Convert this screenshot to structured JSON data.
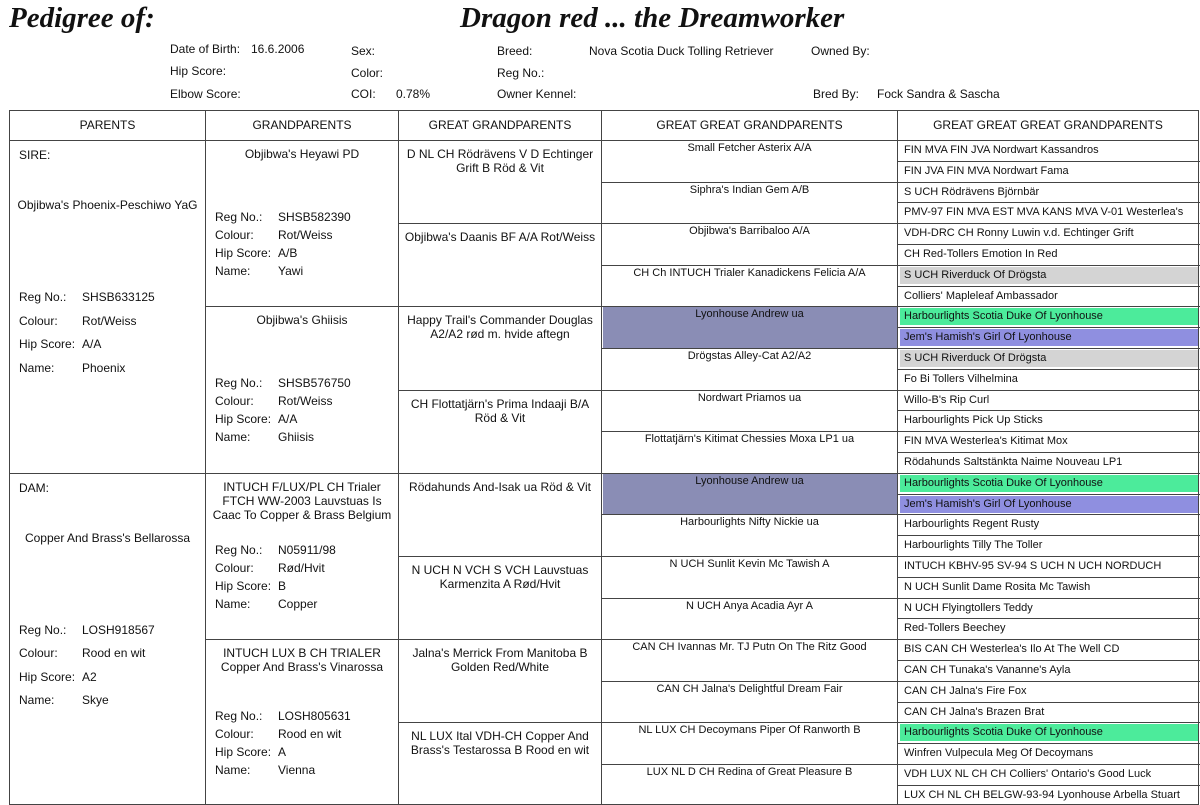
{
  "header": {
    "pedigree_label": "Pedigree of:",
    "dog_name": "Dragon red ... the Dreamworker",
    "date_of_birth_label": "Date of Birth:",
    "date_of_birth": "16.6.2006",
    "hip_score_label": "Hip Score:",
    "hip_score": "",
    "elbow_score_label": "Elbow Score:",
    "elbow_score": "",
    "sex_label": "Sex:",
    "sex": "",
    "color_label": "Color:",
    "color": "",
    "coi_label": "COI:",
    "coi": "0.78%",
    "breed_label": "Breed:",
    "breed": "Nova Scotia Duck Tolling Retriever",
    "reg_no_label": "Reg No.:",
    "reg_no": "",
    "owner_kennel_label": "Owner Kennel:",
    "owner_kennel": "",
    "owned_by_label": "Owned By:",
    "owned_by": "",
    "bred_by_label": "Bred By:",
    "bred_by": "Fock Sandra & Sascha"
  },
  "columns": [
    "PARENTS",
    "GRANDPARENTS",
    "GREAT GRANDPARENTS",
    "GREAT GREAT GRANDPARENTS",
    "GREAT GREAT GREAT GRANDPARENTS"
  ],
  "field_labels": {
    "reg": "Reg No.:",
    "colour": "Colour:",
    "hip": "Hip Score:",
    "name": "Name:"
  },
  "parents": [
    {
      "role": "SIRE:",
      "title": "Objibwa's Phoenix-Peschiwo YaG",
      "reg": "SHSB633125",
      "colour": "Rot/Weiss",
      "hip": "A/A",
      "name": "Phoenix"
    },
    {
      "role": "DAM:",
      "title": "Copper And Brass's Bellarossa",
      "reg": "LOSH918567",
      "colour": "Rood en wit",
      "hip": "A2",
      "name": "Skye"
    }
  ],
  "grandparents": [
    {
      "title": "Objibwa's Heyawi PD",
      "reg": "SHSB582390",
      "colour": "Rot/Weiss",
      "hip": "A/B",
      "name": "Yawi"
    },
    {
      "title": "Objibwa's Ghiisis",
      "reg": "SHSB576750",
      "colour": "Rot/Weiss",
      "hip": "A/A",
      "name": "Ghiisis"
    },
    {
      "title": "INTUCH F/LUX/PL CH Trialer FTCH WW-2003 Lauvstuas Is Caac To Copper & Brass Belgium",
      "reg": "N05911/98",
      "colour": "Rød/Hvit",
      "hip": "B",
      "name": "Copper"
    },
    {
      "title": "INTUCH LUX B CH TRIALER Copper And Brass's Vinarossa",
      "reg": "LOSH805631",
      "colour": "Rood en wit",
      "hip": "A",
      "name": "Vienna"
    }
  ],
  "great_grandparents": [
    "D NL CH Rödrävens V D Echtinger Grift B Röd & Vit",
    "Objibwa's Daanis BF A/A Rot/Weiss",
    "Happy Trail's Commander Douglas A2/A2 rød m. hvide aftegn",
    "CH Flottatjärn's Prima Indaaji B/A Röd & Vit",
    "Rödahunds And-Isak ua Röd & Vit",
    "N UCH N VCH S VCH Lauvstuas Karmenzita A Rød/Hvit",
    "Jalna's Merrick From Manitoba B Golden Red/White",
    "NL LUX Ital VDH-CH Copper And Brass's Testarossa B Rood en wit"
  ],
  "great_great_grandparents": [
    "Small Fetcher Asterix  A/A",
    "Siphra's Indian Gem  A/B",
    "Objibwa's Barribaloo  A/A",
    "CH Ch INTUCH Trialer Kanadickens Felicia  A/A",
    "Lyonhouse Andrew  ua",
    "Drögstas Alley-Cat  A2/A2",
    "Nordwart Priamos  ua",
    "Flottatjärn's Kitimat Chessies Moxa LP1 ua",
    "Lyonhouse Andrew  ua",
    "Harbourlights Nifty Nickie  ua",
    "N UCH Sunlit Kevin Mc Tawish  A",
    "N UCH Anya Acadia Ayr  A",
    "CAN CH Ivannas Mr. TJ Putn On The Ritz  Good",
    "CAN CH Jalna's Delightful Dream  Fair",
    "NL LUX CH Decoymans Piper Of Ranworth  B",
    "LUX NL D CH Redina of Great Pleasure  B"
  ],
  "g4_highlight_color": "#8a8db5",
  "g5": [
    {
      "name": "FIN MVA FIN JVA Nordwart Kassandros",
      "hl": ""
    },
    {
      "name": "FIN JVA FIN MVA Nordwart Fama",
      "hl": ""
    },
    {
      "name": "S UCH Rödrävens Björnbär",
      "hl": ""
    },
    {
      "name": "PMV-97 FIN MVA EST MVA KANS MVA V-01 Westerlea's",
      "hl": ""
    },
    {
      "name": "VDH-DRC CH Ronny Luwin v.d. Echtinger Grift",
      "hl": ""
    },
    {
      "name": "CH Red-Tollers Emotion In Red",
      "hl": ""
    },
    {
      "name": "S UCH Riverduck Of Drögsta",
      "hl": "#d4d4d4"
    },
    {
      "name": "Colliers' Mapleleaf Ambassador",
      "hl": ""
    },
    {
      "name": "Harbourlights Scotia Duke Of Lyonhouse",
      "hl": "#4ceb9b"
    },
    {
      "name": "Jem's Hamish's Girl Of Lyonhouse",
      "hl": "#8f8fe0"
    },
    {
      "name": "S UCH Riverduck Of Drögsta",
      "hl": "#d4d4d4"
    },
    {
      "name": "Fo Bi Tollers Vilhelmina",
      "hl": ""
    },
    {
      "name": "Willo-B's Rip Curl",
      "hl": ""
    },
    {
      "name": "Harbourlights Pick Up Sticks",
      "hl": ""
    },
    {
      "name": "FIN MVA Westerlea's Kitimat Mox",
      "hl": ""
    },
    {
      "name": "Rödahunds Saltstänkta Naime Nouveau LP1",
      "hl": ""
    },
    {
      "name": "Harbourlights Scotia Duke Of Lyonhouse",
      "hl": "#4ceb9b"
    },
    {
      "name": "Jem's Hamish's Girl Of Lyonhouse",
      "hl": "#8f8fe0"
    },
    {
      "name": "Harbourlights Regent Rusty",
      "hl": ""
    },
    {
      "name": "Harbourlights Tilly The Toller",
      "hl": ""
    },
    {
      "name": "INTUCH KBHV-95 SV-94 S UCH N UCH NORDUCH",
      "hl": ""
    },
    {
      "name": "N UCH Sunlit Dame Rosita Mc Tawish",
      "hl": ""
    },
    {
      "name": "N UCH Flyingtollers Teddy",
      "hl": ""
    },
    {
      "name": "Red-Tollers Beechey",
      "hl": ""
    },
    {
      "name": "BIS CAN CH Westerlea's Ilo At The Well CD",
      "hl": ""
    },
    {
      "name": "CAN CH Tunaka's Vananne's Ayla",
      "hl": ""
    },
    {
      "name": "CAN CH Jalna's Fire Fox",
      "hl": ""
    },
    {
      "name": "CAN CH Jalna's Brazen Brat",
      "hl": ""
    },
    {
      "name": "Harbourlights Scotia Duke Of Lyonhouse",
      "hl": "#4ceb9b"
    },
    {
      "name": "Winfren Vulpecula Meg Of Decoymans",
      "hl": ""
    },
    {
      "name": "VDH LUX NL CH CH Colliers' Ontario's Good Luck",
      "hl": ""
    },
    {
      "name": "LUX CH NL CH BELGW-93-94 Lyonhouse Arbella Stuart",
      "hl": ""
    }
  ]
}
